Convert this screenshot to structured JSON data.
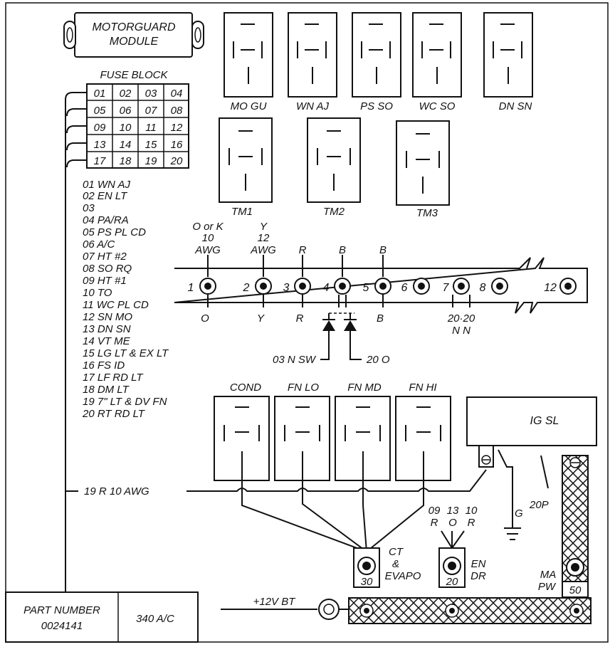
{
  "module": {
    "line1": "MOTORGUARD",
    "line2": "MODULE"
  },
  "relays_top": [
    {
      "label": "MO  GU"
    },
    {
      "label": "WN  AJ"
    },
    {
      "label": "PS  SO"
    },
    {
      "label": "WC  SO"
    },
    {
      "label": "DN  SN"
    }
  ],
  "relays_tm": [
    {
      "label": "TM1"
    },
    {
      "label": "TM2"
    },
    {
      "label": "TM3"
    }
  ],
  "fuse_block": {
    "title": "FUSE BLOCK",
    "rows": [
      [
        "01",
        "02",
        "03",
        "04"
      ],
      [
        "05",
        "06",
        "07",
        "08"
      ],
      [
        "09",
        "10",
        "11",
        "12"
      ],
      [
        "13",
        "14",
        "15",
        "16"
      ],
      [
        "17",
        "18",
        "19",
        "20"
      ]
    ]
  },
  "fuse_legend": [
    "01 WN  AJ",
    "02  EN  LT",
    "03",
    "04 PA/RA",
    "05 PS  PL  CD",
    "06 A/C",
    "07 HT  #2",
    "08  SO  RQ",
    "09 HT  #1",
    "10 TO",
    "11 WC  PL  CD",
    "12 SN  MO",
    "13 DN  SN",
    "14 VT  ME",
    "15 LG  LT  &  EX  LT",
    "16 FS  ID",
    "17 LF  RD  LT",
    "18 DM  LT",
    "19 7\"  LT  &  DV  FN",
    "20 RT  RD  LT"
  ],
  "terminal_strip": {
    "numbers": [
      "1",
      "2",
      "3",
      "4",
      "5",
      "6",
      "7",
      "8",
      "12"
    ],
    "top_labels": [
      "O or K",
      "Y",
      "R",
      "B",
      "B"
    ],
    "gauge_labels": [
      "10",
      "12"
    ],
    "awg": "AWG",
    "bottom_labels": [
      "O",
      "Y",
      "R",
      "B",
      "20·20",
      "N  N"
    ],
    "feed_left": "03  N  SW",
    "feed_right": "20  O"
  },
  "relays_bottom": [
    {
      "label": "COND"
    },
    {
      "label": "FN  LO"
    },
    {
      "label": "FN  MD"
    },
    {
      "label": "FN  HI"
    }
  ],
  "ig_sl": "IG  SL",
  "wire_19": "19  R  10  AWG",
  "ground": "G",
  "wire_20p": "20P",
  "studs": {
    "ct_label": [
      "CT",
      "&",
      "EVAPO"
    ],
    "ct_num": "30",
    "en_top": [
      "09",
      "13",
      "10"
    ],
    "en_top2": [
      "R",
      "O",
      "R"
    ],
    "en_label": [
      "EN",
      "DR"
    ],
    "en_num": "20",
    "ma_label": [
      "MA",
      "PW"
    ],
    "ma_num": "50"
  },
  "battery": "+12V  BT",
  "part_number": {
    "label": "PART NUMBER",
    "value": "0024141",
    "model": "340  A/C"
  }
}
